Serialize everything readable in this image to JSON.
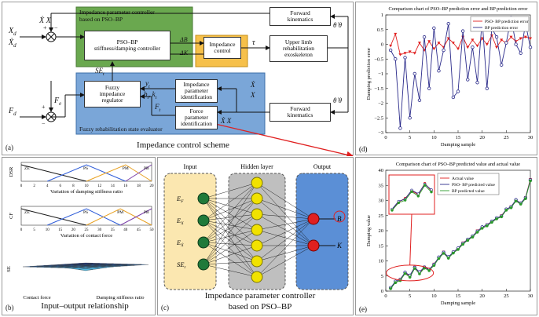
{
  "panel_a": {
    "letter": "(a)",
    "caption": "Impedance control scheme",
    "green_title_line1": "Impedance parameter controller",
    "green_title_line2": "based on PSO–BP",
    "pso_box_line1": "PSO–BP",
    "pso_box_line2": "stiffness/damping controller",
    "impedance_box_line1": "Impedance",
    "impedance_box_line2": "control",
    "fwd1_line1": "Forward",
    "fwd1_line2": "kinematics",
    "exo_line1": "Upper limb",
    "exo_line2": "rehabilitation",
    "exo_line3": "exoskeleton",
    "fwd2_line1": "Forward",
    "fwd2_line2": "kinematics",
    "fuzzy_line1": "Fuzzy",
    "fuzzy_line2": "impedance",
    "fuzzy_line3": "regulator",
    "ipi_line1": "Impedance",
    "ipi_line2": "parameter",
    "ipi_line3": "identification",
    "fpi_line1": "Force",
    "fpi_line2": "parameter",
    "fpi_line3": "identification",
    "blue_title": "Fuzzy rehabilitation state evaluator",
    "sym_xd": "X",
    "sym_xd_sub": "d",
    "sym_xd_dot": "Ẋ",
    "sym_fd": "F",
    "sym_fd_sub": "d",
    "sym_fe": "F",
    "sym_fe_sub": "e",
    "sym_xdot_x": "Ẋ  X",
    "sym_dB": "ΔB",
    "sym_dK": "ΔK",
    "sym_tau": "τ",
    "sym_thetadot_theta": "θ̇  θ",
    "sym_se": "SE",
    "sym_se_sub": "t",
    "sym_yt": "y",
    "sym_yt_sub": "t",
    "sym_bk": "b",
    "sym_bk2": "k",
    "sym_ft": "F",
    "sym_ft_sub": "t",
    "sym_xdot": "Ẋ",
    "sym_x": "X",
    "sym_plus": "+",
    "sym_minus": "−"
  },
  "panel_b": {
    "letter": "(b)",
    "caption": "Input–output relationship",
    "dsr_ylabel": "DSR",
    "dsr_xlabel": "Variation of damping stiffness ratio",
    "dsr_sets": [
      "ZE",
      "PS",
      "PM",
      "PB"
    ],
    "dsr_ticks": [
      "0",
      "2",
      "4",
      "6",
      "8",
      "10",
      "12",
      "14",
      "16",
      "18",
      "20"
    ],
    "cf_ylabel": "CF",
    "cf_xlabel": "Variation of contact force",
    "cf_sets": [
      "ZE",
      "PS",
      "PM",
      "PB"
    ],
    "cf_ticks": [
      "0",
      "5",
      "10",
      "15",
      "20",
      "25",
      "30",
      "35",
      "40",
      "45",
      "50"
    ],
    "se_ylabel": "SE",
    "se_xlabel_left": "Contact force",
    "se_xlabel_right": "Damping stiffness ratio",
    "colors": {
      "ze": "#1a1a1a",
      "ps": "#2d5bd8",
      "pm": "#e8a020",
      "pb": "#7a3fa8"
    }
  },
  "panel_c": {
    "letter": "(c)",
    "caption_line1": "Impedance parameter controller",
    "caption_line2": "based on PSO–BP",
    "input_title": "Input",
    "hidden_title": "Hidden layer",
    "output_title": "Output",
    "inputs": [
      "E",
      "E",
      "E",
      "SE"
    ],
    "input_subs": [
      "F",
      "X",
      "Ẋ",
      "t"
    ],
    "outputs": [
      "B",
      "K"
    ]
  },
  "chart_data": [
    {
      "type": "line",
      "title": "Comparison chart of PSO–BP prediction error and BP prediction error",
      "xlabel": "Damping sample",
      "ylabel": "Damping prediction error",
      "xlim": [
        0,
        30
      ],
      "ylim": [
        -3,
        1
      ],
      "xticks": [
        "0",
        "5",
        "10",
        "15",
        "20",
        "25",
        "30"
      ],
      "yticks": [
        "1",
        "0.5",
        "0",
        "−0.5",
        "−1",
        "−1.5",
        "−2",
        "−2.5",
        "−3"
      ],
      "x": [
        1,
        2,
        3,
        4,
        5,
        6,
        7,
        8,
        9,
        10,
        11,
        12,
        13,
        14,
        15,
        16,
        17,
        18,
        19,
        20,
        21,
        22,
        23,
        24,
        25,
        26,
        27,
        28,
        29,
        30
      ],
      "series": [
        {
          "name": "PSO- BP prediction error",
          "color": "#e02020",
          "values": [
            -0.05,
            0.35,
            -0.35,
            -0.3,
            -0.25,
            -0.3,
            0.05,
            -0.2,
            0.1,
            -0.15,
            0.05,
            -0.1,
            0.2,
            0.05,
            -0.15,
            0.25,
            -0.1,
            0.15,
            -0.05,
            0.2,
            0.0,
            0.3,
            -0.1,
            0.15,
            0.05,
            0.25,
            0.1,
            0.2,
            0.25,
            0.2
          ]
        },
        {
          "name": "BP prediction error",
          "color": "#2a2a8a",
          "values": [
            -0.2,
            -0.5,
            -2.85,
            -0.45,
            -2.5,
            -1.0,
            -1.9,
            0.25,
            -1.5,
            0.55,
            -0.9,
            -0.2,
            0.7,
            -1.8,
            -1.6,
            0.45,
            -1.2,
            -0.1,
            -1.3,
            0.85,
            -1.5,
            0.55,
            0.25,
            -0.7,
            0.05,
            0.9,
            0.0,
            -0.3,
            0.7,
            -0.1
          ]
        }
      ],
      "legend": "top-right",
      "panel_letter": "(d)"
    },
    {
      "type": "line",
      "title": "Comparison chart of PSO–BP predicted value and actual value",
      "xlabel": "Damping sample",
      "ylabel": "Damping value",
      "xlim": [
        0,
        30
      ],
      "ylim": [
        0,
        40
      ],
      "xticks": [
        "0",
        "5",
        "10",
        "15",
        "20",
        "25",
        "30"
      ],
      "yticks": [
        "0",
        "5",
        "10",
        "15",
        "20",
        "25",
        "30",
        "35",
        "40"
      ],
      "x": [
        1,
        2,
        3,
        4,
        5,
        6,
        7,
        8,
        9,
        10,
        11,
        12,
        13,
        14,
        15,
        16,
        17,
        18,
        19,
        20,
        21,
        22,
        23,
        24,
        25,
        26,
        27,
        28,
        29,
        30
      ],
      "series": [
        {
          "name": "Actual value",
          "color": "#e02020",
          "values": [
            1,
            3,
            4,
            6,
            5,
            8,
            6,
            8,
            7,
            9,
            11,
            13,
            11,
            13,
            14,
            16,
            17,
            18,
            20,
            21,
            22,
            23,
            24,
            25,
            27,
            28,
            30,
            29,
            31,
            37
          ]
        },
        {
          "name": "PSO- BP predicted value",
          "color": "#2a2a8a",
          "values": [
            1.1,
            3.2,
            3.8,
            6.2,
            5.2,
            7.8,
            6.3,
            7.9,
            7.2,
            8.8,
            11.2,
            12.8,
            11.3,
            12.9,
            14.2,
            15.8,
            17.1,
            18.2,
            19.8,
            21.2,
            21.9,
            23.1,
            24.2,
            24.8,
            27.1,
            27.9,
            30.2,
            29.1,
            30.9,
            36.8
          ]
        },
        {
          "name": "BP predicted value",
          "color": "#2a9a2a",
          "values": [
            0.8,
            2.8,
            3.5,
            5.8,
            4.6,
            7.5,
            5.7,
            7.6,
            6.8,
            8.5,
            10.8,
            12.5,
            10.9,
            12.6,
            13.8,
            15.5,
            16.8,
            17.9,
            19.5,
            20.8,
            21.6,
            22.8,
            23.9,
            24.6,
            26.8,
            27.6,
            29.8,
            28.8,
            30.6,
            36.5
          ]
        }
      ],
      "legend": "top-left",
      "panel_letter": "(e)"
    }
  ]
}
